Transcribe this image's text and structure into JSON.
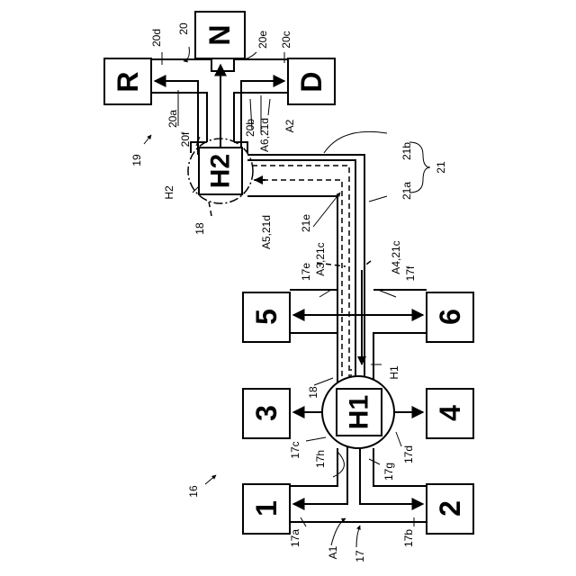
{
  "rotated_view": "90ccw",
  "boxes": [
    {
      "id": "N",
      "text": "N"
    },
    {
      "id": "R",
      "text": "R"
    },
    {
      "id": "D",
      "text": "D"
    },
    {
      "id": "5",
      "text": "5"
    },
    {
      "id": "6",
      "text": "6"
    },
    {
      "id": "3",
      "text": "3"
    },
    {
      "id": "4",
      "text": "4"
    },
    {
      "id": "1",
      "text": "1"
    },
    {
      "id": "2",
      "text": "2"
    }
  ],
  "hubs": [
    {
      "id": "H2",
      "text": "H2"
    },
    {
      "id": "H1",
      "text": "H1"
    }
  ],
  "labels": {
    "l_20d": "20d",
    "l_20": "20",
    "l_20e": "20e",
    "l_20c": "20c",
    "l_20a": "20a",
    "l_20b": "20b",
    "l_20f": "20f",
    "l_A6": "A6,21d",
    "l_A2": "A2",
    "l_19": "19",
    "l_H2": "H2",
    "l_18a": "18",
    "l_21b": "21b",
    "l_21a": "21a",
    "l_21": "21",
    "l_21e": "21e",
    "l_A5": "A5,21d",
    "l_A3": "A3,21c",
    "l_A4": "A4,21c",
    "l_17e": "17e",
    "l_17f": "17f",
    "l_18b": "18",
    "l_H1": "H1",
    "l_17c": "17c",
    "l_17h": "17h",
    "l_17g": "17g",
    "l_17d": "17d",
    "l_16": "16",
    "l_17a": "17a",
    "l_A1": "A1",
    "l_17": "17",
    "l_17b": "17b"
  }
}
